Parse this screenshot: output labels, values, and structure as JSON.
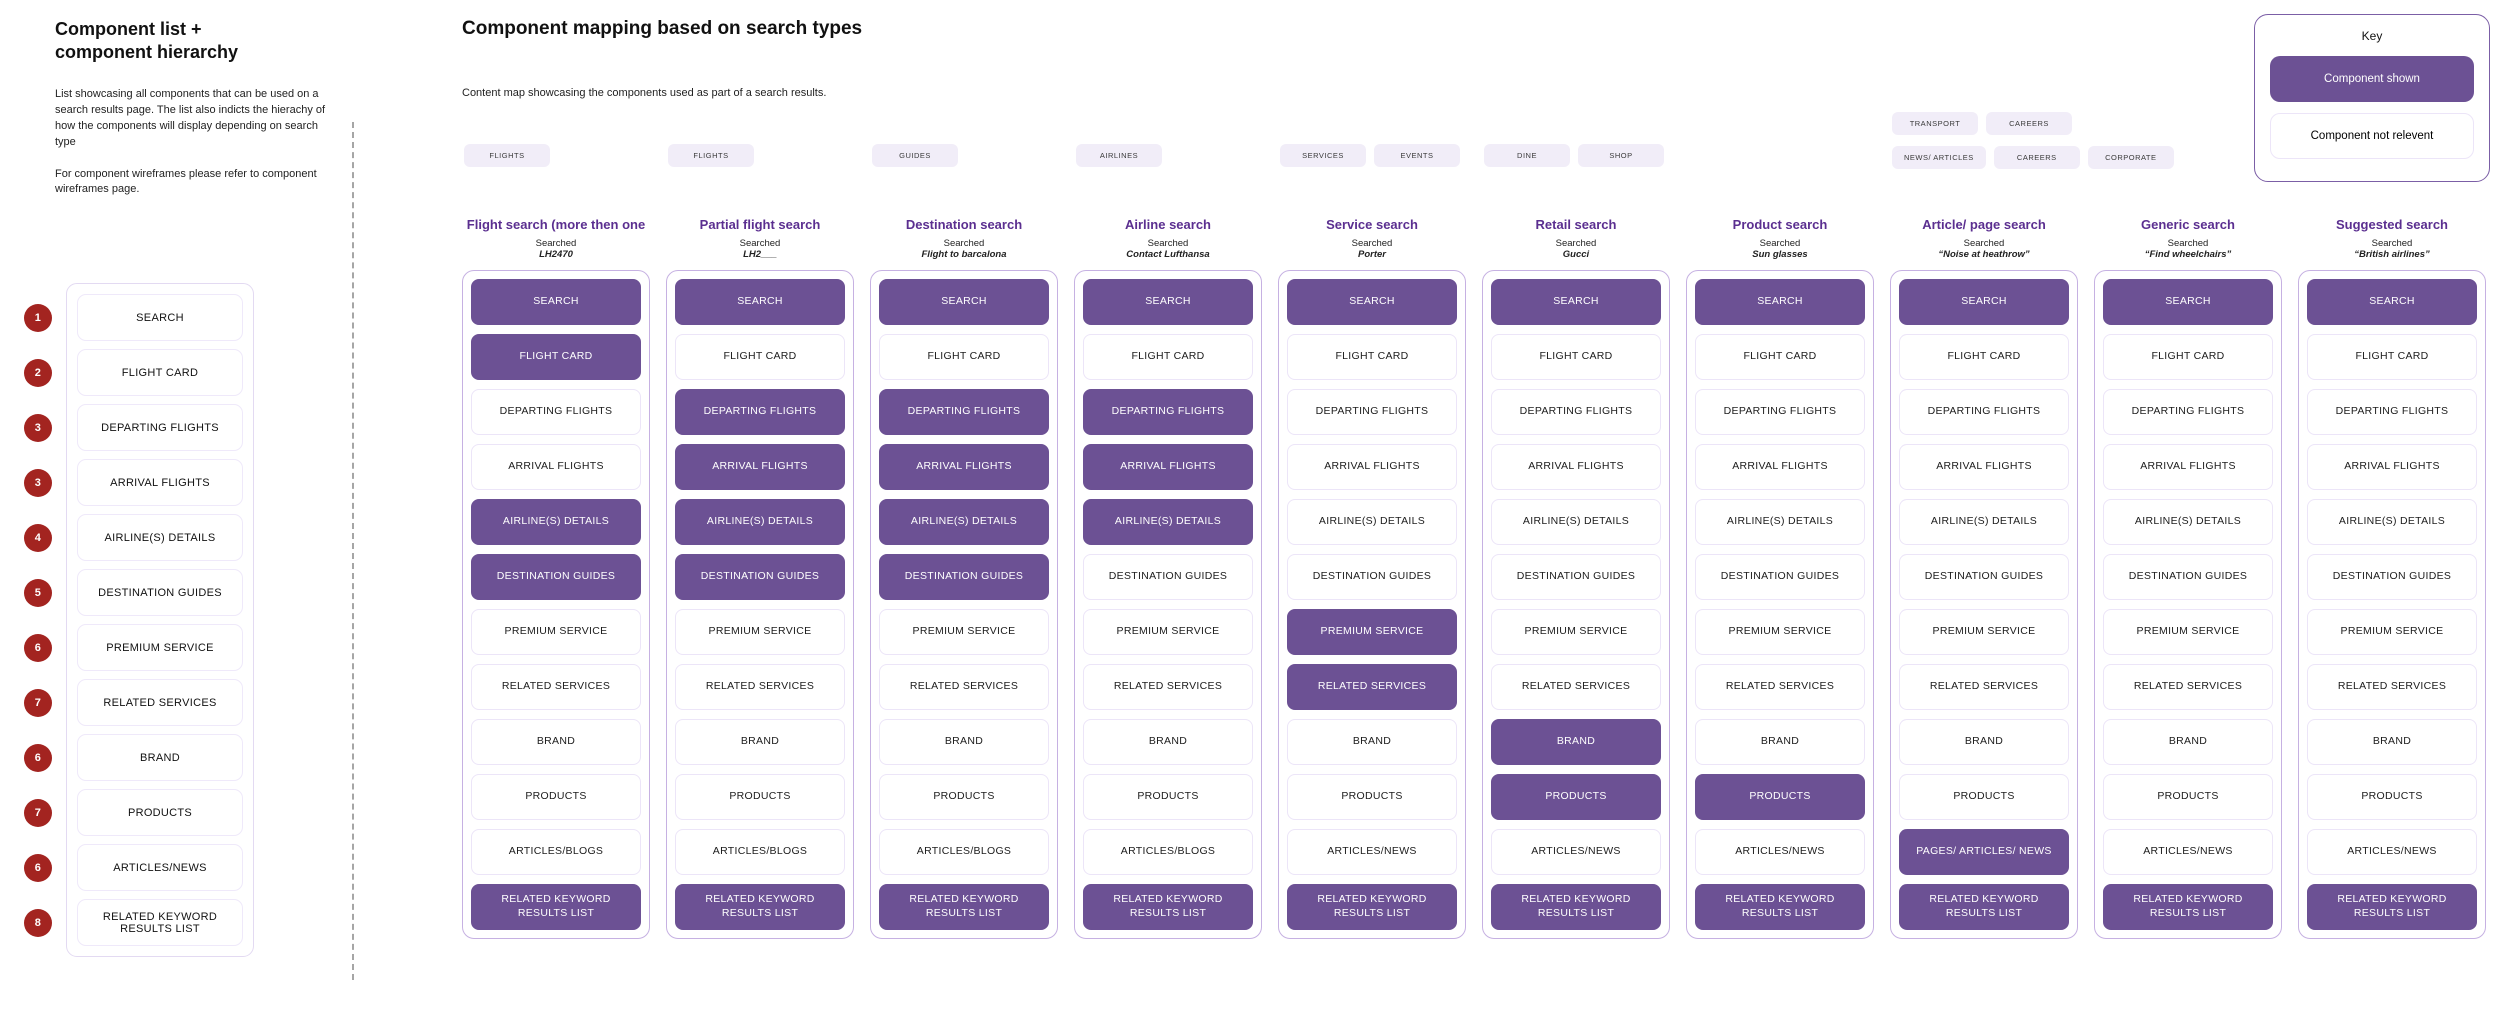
{
  "colors": {
    "accent_purple": "#6c5194",
    "title_purple": "#5b2f90",
    "badge_red": "#a32420",
    "container_border": "#c6b1e2",
    "chip_bg": "#f1edf8"
  },
  "left_panel": {
    "title": "Component list +\ncomponent hierarchy",
    "para1": "List showcasing all components that can be used on a search results page. The list also indicts the hierachy of how the components will display depending on search type",
    "para2": "For component wireframes please refer to component wireframes page.",
    "items": [
      {
        "num": "1",
        "label": "SEARCH"
      },
      {
        "num": "2",
        "label": "FLIGHT CARD"
      },
      {
        "num": "3",
        "label": "DEPARTING FLIGHTS"
      },
      {
        "num": "3",
        "label": "ARRIVAL FLIGHTS"
      },
      {
        "num": "4",
        "label": "AIRLINE(S) DETAILS"
      },
      {
        "num": "5",
        "label": "DESTINATION GUIDES"
      },
      {
        "num": "6",
        "label": "PREMIUM SERVICE"
      },
      {
        "num": "7",
        "label": "RELATED SERVICES"
      },
      {
        "num": "6",
        "label": "BRAND"
      },
      {
        "num": "7",
        "label": "PRODUCTS"
      },
      {
        "num": "6",
        "label": "ARTICLES/NEWS"
      },
      {
        "num": "8",
        "label": "RELATED KEYWORD RESULTS LIST"
      }
    ]
  },
  "main": {
    "title": "Component mapping based on search types",
    "subtitle": "Content map showcasing the components used as part of a search results.",
    "columns": [
      {
        "tag_rows": [
          [
            "FLIGHTS"
          ]
        ],
        "title": "Flight search (more then one",
        "searched_label": "Searched",
        "searched_term": "LH2470",
        "cells": [
          {
            "label": "SEARCH",
            "on": true
          },
          {
            "label": "FLIGHT CARD",
            "on": true
          },
          {
            "label": "DEPARTING FLIGHTS",
            "on": false
          },
          {
            "label": "ARRIVAL FLIGHTS",
            "on": false
          },
          {
            "label": "AIRLINE(S) DETAILS",
            "on": true
          },
          {
            "label": "DESTINATION GUIDES",
            "on": true
          },
          {
            "label": "PREMIUM SERVICE",
            "on": false
          },
          {
            "label": "RELATED SERVICES",
            "on": false
          },
          {
            "label": "BRAND",
            "on": false
          },
          {
            "label": "PRODUCTS",
            "on": false
          },
          {
            "label": "ARTICLES/BLOGS",
            "on": false
          },
          {
            "label": "RELATED KEYWORD RESULTS LIST",
            "on": true
          }
        ]
      },
      {
        "tag_rows": [
          [
            "FLIGHTS"
          ]
        ],
        "title": "Partial flight search",
        "searched_label": "Searched",
        "searched_term": "LH2___",
        "cells": [
          {
            "label": "SEARCH",
            "on": true
          },
          {
            "label": "FLIGHT CARD",
            "on": false
          },
          {
            "label": "DEPARTING FLIGHTS",
            "on": true
          },
          {
            "label": "ARRIVAL FLIGHTS",
            "on": true
          },
          {
            "label": "AIRLINE(S) DETAILS",
            "on": true
          },
          {
            "label": "DESTINATION GUIDES",
            "on": true
          },
          {
            "label": "PREMIUM SERVICE",
            "on": false
          },
          {
            "label": "RELATED SERVICES",
            "on": false
          },
          {
            "label": "BRAND",
            "on": false
          },
          {
            "label": "PRODUCTS",
            "on": false
          },
          {
            "label": "ARTICLES/BLOGS",
            "on": false
          },
          {
            "label": "RELATED KEYWORD RESULTS LIST",
            "on": true
          }
        ]
      },
      {
        "tag_rows": [
          [
            "GUIDES"
          ]
        ],
        "title": "Destination search",
        "searched_label": "Searched",
        "searched_term": "Flight to barcalona",
        "cells": [
          {
            "label": "SEARCH",
            "on": true
          },
          {
            "label": "FLIGHT CARD",
            "on": false
          },
          {
            "label": "DEPARTING FLIGHTS",
            "on": true
          },
          {
            "label": "ARRIVAL FLIGHTS",
            "on": true
          },
          {
            "label": "AIRLINE(S) DETAILS",
            "on": true
          },
          {
            "label": "DESTINATION GUIDES",
            "on": true
          },
          {
            "label": "PREMIUM SERVICE",
            "on": false
          },
          {
            "label": "RELATED SERVICES",
            "on": false
          },
          {
            "label": "BRAND",
            "on": false
          },
          {
            "label": "PRODUCTS",
            "on": false
          },
          {
            "label": "ARTICLES/BLOGS",
            "on": false
          },
          {
            "label": "RELATED KEYWORD RESULTS LIST",
            "on": true
          }
        ]
      },
      {
        "tag_rows": [
          [
            "AIRLINES"
          ]
        ],
        "title": "Airline search",
        "searched_label": "Searched",
        "searched_term": "Contact Lufthansa",
        "cells": [
          {
            "label": "SEARCH",
            "on": true
          },
          {
            "label": "FLIGHT CARD",
            "on": false
          },
          {
            "label": "DEPARTING FLIGHTS",
            "on": true
          },
          {
            "label": "ARRIVAL FLIGHTS",
            "on": true
          },
          {
            "label": "AIRLINE(S) DETAILS",
            "on": true
          },
          {
            "label": "DESTINATION GUIDES",
            "on": false
          },
          {
            "label": "PREMIUM SERVICE",
            "on": false
          },
          {
            "label": "RELATED SERVICES",
            "on": false
          },
          {
            "label": "BRAND",
            "on": false
          },
          {
            "label": "PRODUCTS",
            "on": false
          },
          {
            "label": "ARTICLES/BLOGS",
            "on": false
          },
          {
            "label": "RELATED KEYWORD RESULTS LIST",
            "on": true
          }
        ]
      },
      {
        "tag_rows": [
          [
            "SERVICES",
            "EVENTS"
          ]
        ],
        "title": "Service search",
        "searched_label": "Searched",
        "searched_term": "Porter",
        "cells": [
          {
            "label": "SEARCH",
            "on": true
          },
          {
            "label": "FLIGHT CARD",
            "on": false
          },
          {
            "label": "DEPARTING FLIGHTS",
            "on": false
          },
          {
            "label": "ARRIVAL FLIGHTS",
            "on": false
          },
          {
            "label": "AIRLINE(S) DETAILS",
            "on": false
          },
          {
            "label": "DESTINATION GUIDES",
            "on": false
          },
          {
            "label": "PREMIUM SERVICE",
            "on": true
          },
          {
            "label": "RELATED SERVICES",
            "on": true
          },
          {
            "label": "BRAND",
            "on": false
          },
          {
            "label": "PRODUCTS",
            "on": false
          },
          {
            "label": "ARTICLES/NEWS",
            "on": false
          },
          {
            "label": "RELATED KEYWORD RESULTS LIST",
            "on": true
          }
        ]
      },
      {
        "tag_rows": [
          [
            "DINE",
            "SHOP"
          ]
        ],
        "title": "Retail search",
        "searched_label": "Searched",
        "searched_term": "Gucci",
        "cells": [
          {
            "label": "SEARCH",
            "on": true
          },
          {
            "label": "FLIGHT CARD",
            "on": false
          },
          {
            "label": "DEPARTING FLIGHTS",
            "on": false
          },
          {
            "label": "ARRIVAL FLIGHTS",
            "on": false
          },
          {
            "label": "AIRLINE(S) DETAILS",
            "on": false
          },
          {
            "label": "DESTINATION GUIDES",
            "on": false
          },
          {
            "label": "PREMIUM SERVICE",
            "on": false
          },
          {
            "label": "RELATED SERVICES",
            "on": false
          },
          {
            "label": "BRAND",
            "on": true
          },
          {
            "label": "PRODUCTS",
            "on": true
          },
          {
            "label": "ARTICLES/NEWS",
            "on": false
          },
          {
            "label": "RELATED KEYWORD RESULTS LIST",
            "on": true
          }
        ]
      },
      {
        "tag_rows": [],
        "title": "Product search",
        "searched_label": "Searched",
        "searched_term": "Sun glasses",
        "cells": [
          {
            "label": "SEARCH",
            "on": true
          },
          {
            "label": "FLIGHT CARD",
            "on": false
          },
          {
            "label": "DEPARTING FLIGHTS",
            "on": false
          },
          {
            "label": "ARRIVAL FLIGHTS",
            "on": false
          },
          {
            "label": "AIRLINE(S) DETAILS",
            "on": false
          },
          {
            "label": "DESTINATION GUIDES",
            "on": false
          },
          {
            "label": "PREMIUM SERVICE",
            "on": false
          },
          {
            "label": "RELATED SERVICES",
            "on": false
          },
          {
            "label": "BRAND",
            "on": false
          },
          {
            "label": "PRODUCTS",
            "on": true
          },
          {
            "label": "ARTICLES/NEWS",
            "on": false
          },
          {
            "label": "RELATED KEYWORD RESULTS LIST",
            "on": true
          }
        ]
      },
      {
        "tag_rows": [
          [
            "TRANSPORT",
            "CAREERS"
          ],
          [
            "NEWS/ ARTICLES",
            "CAREERS",
            "CORPORATE"
          ]
        ],
        "title": "Article/ page search",
        "searched_label": "Searched",
        "searched_term": "“Noise at heathrow”",
        "cells": [
          {
            "label": "SEARCH",
            "on": true
          },
          {
            "label": "FLIGHT CARD",
            "on": false
          },
          {
            "label": "DEPARTING FLIGHTS",
            "on": false
          },
          {
            "label": "ARRIVAL FLIGHTS",
            "on": false
          },
          {
            "label": "AIRLINE(S) DETAILS",
            "on": false
          },
          {
            "label": "DESTINATION GUIDES",
            "on": false
          },
          {
            "label": "PREMIUM SERVICE",
            "on": false
          },
          {
            "label": "RELATED SERVICES",
            "on": false
          },
          {
            "label": "BRAND",
            "on": false
          },
          {
            "label": "PRODUCTS",
            "on": false
          },
          {
            "label": "PAGES/ ARTICLES/ NEWS",
            "on": true
          },
          {
            "label": "RELATED KEYWORD RESULTS LIST",
            "on": true
          }
        ]
      },
      {
        "tag_rows": [],
        "title": "Generic search",
        "searched_label": "Searched",
        "searched_term": "“Find wheelchairs”",
        "cells": [
          {
            "label": "SEARCH",
            "on": true
          },
          {
            "label": "FLIGHT CARD",
            "on": false
          },
          {
            "label": "DEPARTING FLIGHTS",
            "on": false
          },
          {
            "label": "ARRIVAL FLIGHTS",
            "on": false
          },
          {
            "label": "AIRLINE(S) DETAILS",
            "on": false
          },
          {
            "label": "DESTINATION GUIDES",
            "on": false
          },
          {
            "label": "PREMIUM SERVICE",
            "on": false
          },
          {
            "label": "RELATED SERVICES",
            "on": false
          },
          {
            "label": "BRAND",
            "on": false
          },
          {
            "label": "PRODUCTS",
            "on": false
          },
          {
            "label": "ARTICLES/NEWS",
            "on": false
          },
          {
            "label": "RELATED KEYWORD RESULTS LIST",
            "on": true
          }
        ]
      },
      {
        "tag_rows": [],
        "title": "Suggested search",
        "searched_label": "Searched",
        "searched_term": "“British airlines”",
        "cells": [
          {
            "label": "SEARCH",
            "on": true
          },
          {
            "label": "FLIGHT CARD",
            "on": false
          },
          {
            "label": "DEPARTING FLIGHTS",
            "on": false
          },
          {
            "label": "ARRIVAL FLIGHTS",
            "on": false
          },
          {
            "label": "AIRLINE(S) DETAILS",
            "on": false
          },
          {
            "label": "DESTINATION GUIDES",
            "on": false
          },
          {
            "label": "PREMIUM SERVICE",
            "on": false
          },
          {
            "label": "RELATED SERVICES",
            "on": false
          },
          {
            "label": "BRAND",
            "on": false
          },
          {
            "label": "PRODUCTS",
            "on": false
          },
          {
            "label": "ARTICLES/NEWS",
            "on": false
          },
          {
            "label": "RELATED KEYWORD RESULTS LIST",
            "on": true
          }
        ]
      }
    ]
  },
  "key": {
    "title": "Key",
    "shown_label": "Component shown",
    "not_relevant_label": "Component not relevent"
  }
}
